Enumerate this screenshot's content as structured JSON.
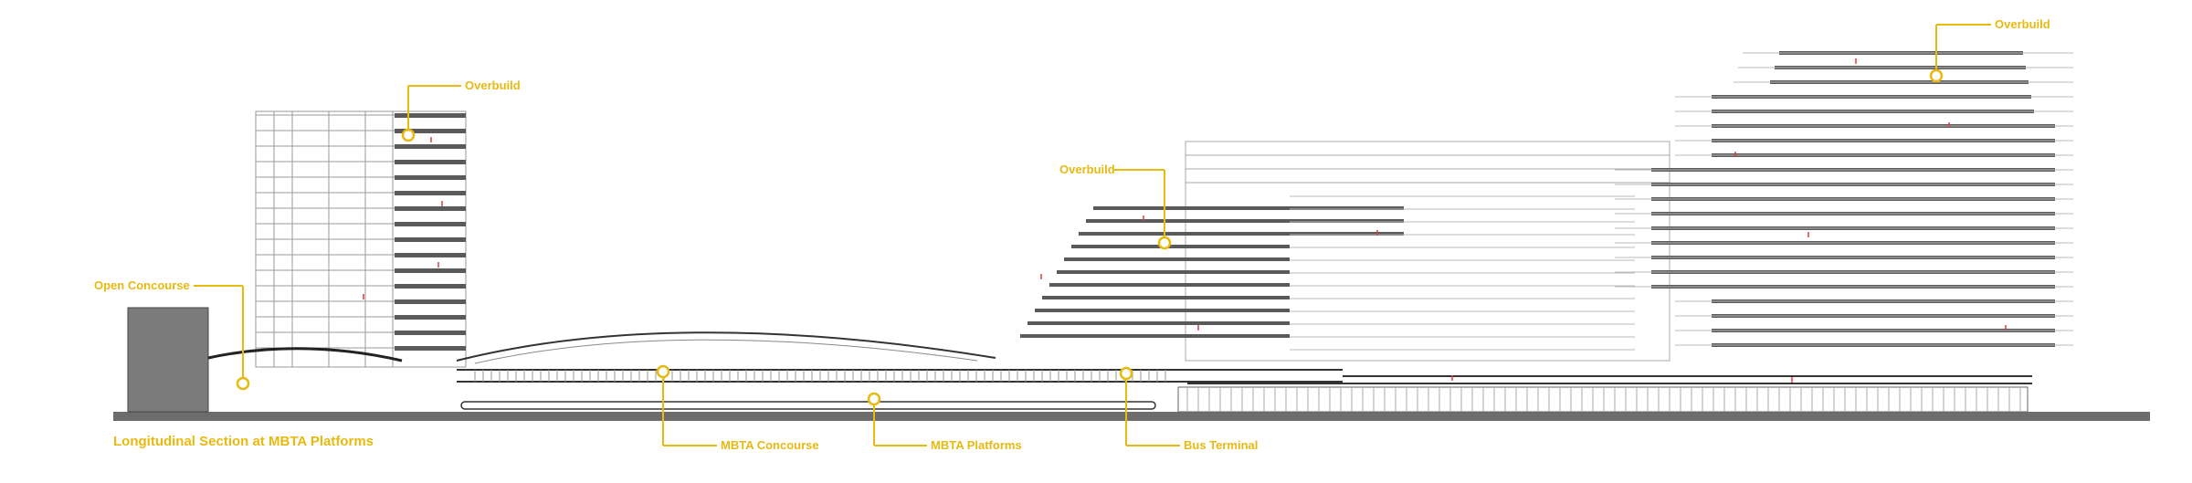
{
  "title": "Longitudinal Section at MBTA Platforms",
  "callouts": {
    "overbuild_left": "Overbuild",
    "overbuild_mid": "Overbuild",
    "overbuild_right": "Overbuild",
    "open_concourse": "Open Concourse",
    "mbta_concourse": "MBTA Concourse",
    "mbta_platforms": "MBTA Platforms",
    "bus_terminal": "Bus Terminal"
  },
  "colors": {
    "accent": "#e8b90f",
    "line": "#555555",
    "slab": "#5a5a5a",
    "ground": "#6d6d6d",
    "mark": "#e23b3b"
  }
}
